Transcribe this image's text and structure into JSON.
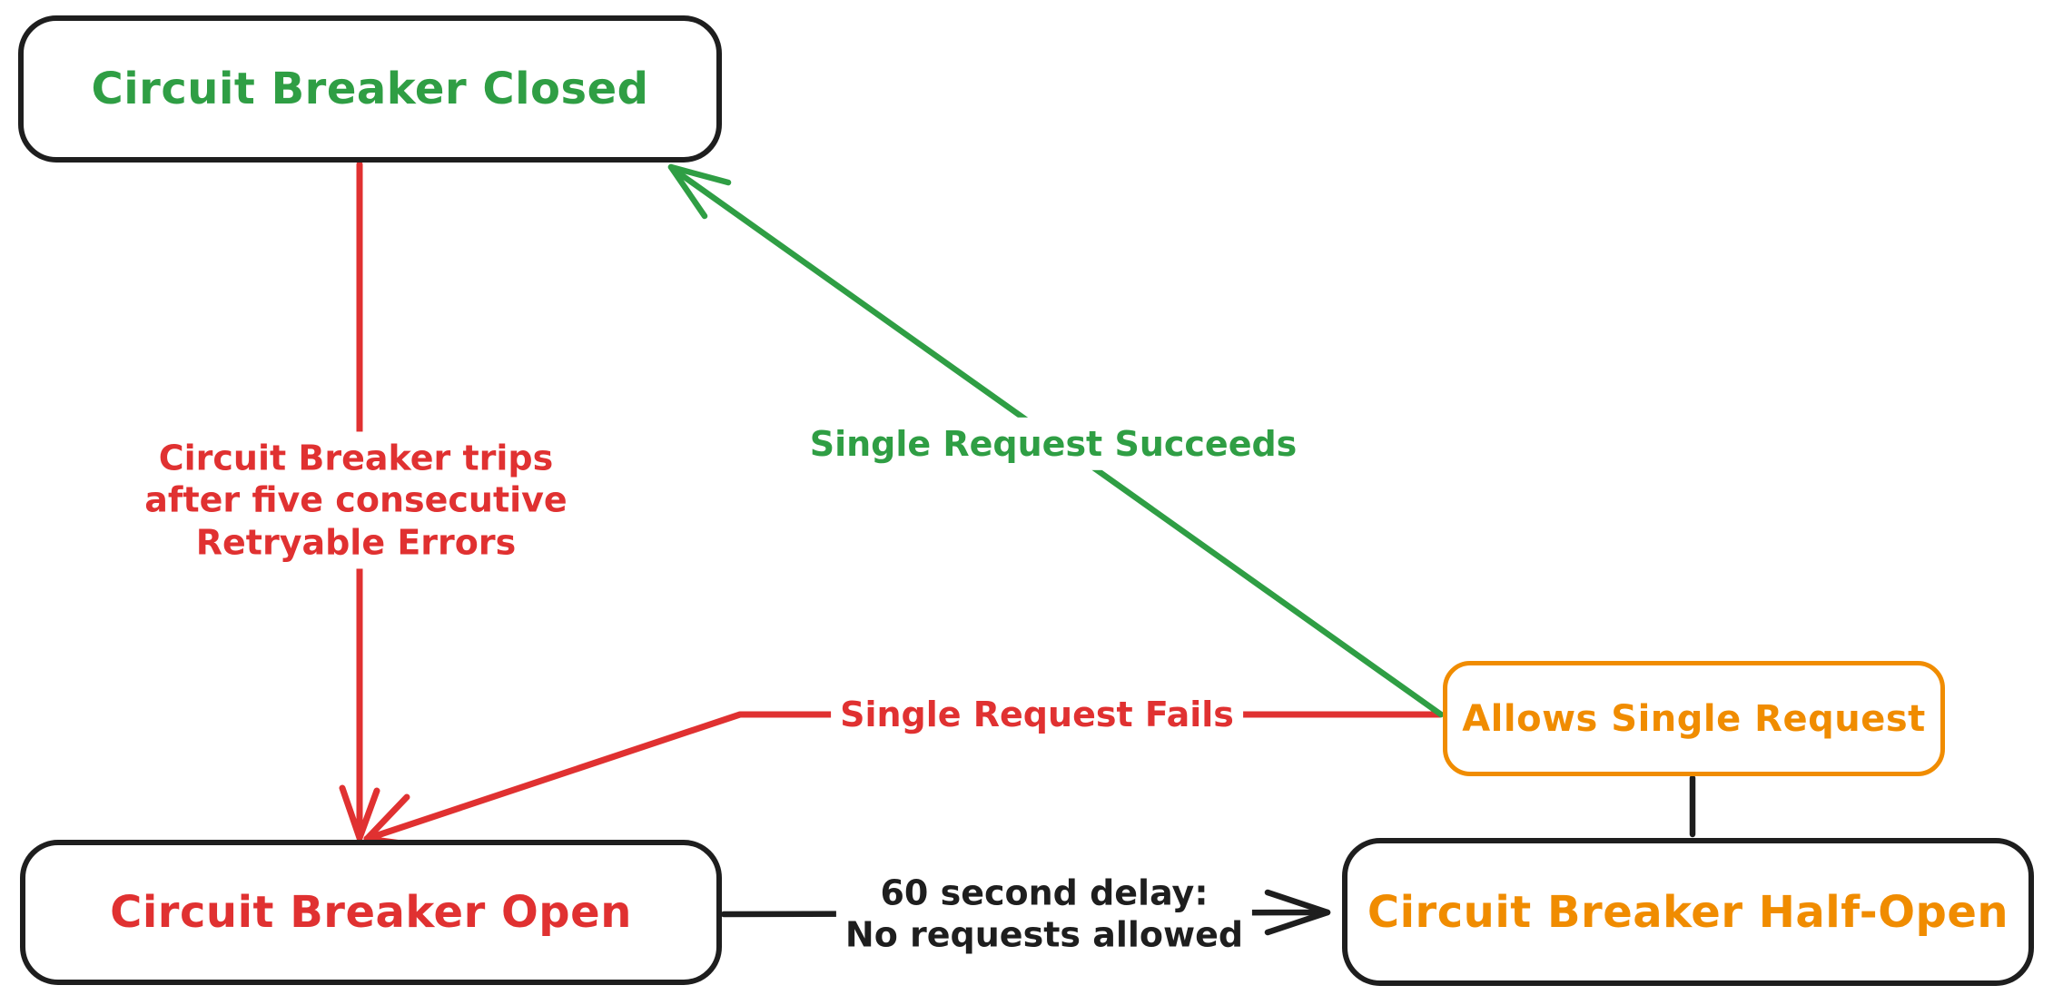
{
  "palette": {
    "background": "#ffffff",
    "black": "#1e1e1e",
    "red": "#e03131",
    "green": "#2f9e44",
    "orange": "#f08c00"
  },
  "nodes": {
    "closed": {
      "label": "Circuit Breaker Closed"
    },
    "open": {
      "label": "Circuit Breaker Open"
    },
    "half_open": {
      "label": "Circuit Breaker Half-Open"
    },
    "allows_single_request": {
      "label": "Allows Single Request"
    }
  },
  "edges": {
    "trips": {
      "line1": "Circuit Breaker trips",
      "line2": "after five consecutive",
      "line3": "Retryable Errors"
    },
    "succeeds": {
      "label": "Single Request Succeeds"
    },
    "fails": {
      "label": "Single Request Fails"
    },
    "delay": {
      "line1": "60 second delay:",
      "line2": "No requests allowed"
    }
  }
}
